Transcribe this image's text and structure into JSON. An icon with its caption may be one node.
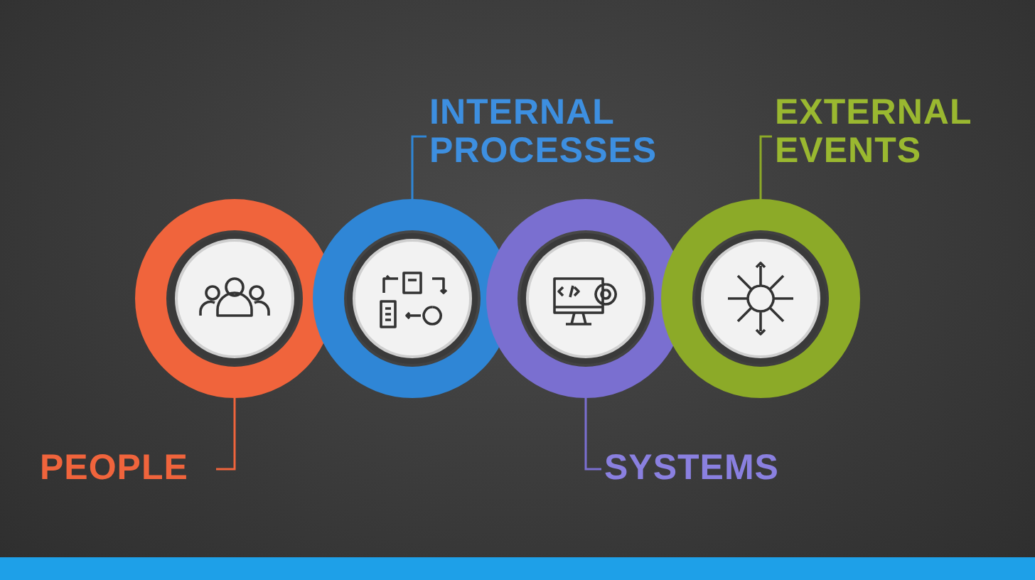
{
  "diagram": {
    "nodes": [
      {
        "text": [
          "INTERNAL PROCESSES"
        ]
      },
      {
        "text": [
          "EXTERNAL EVENTS"
        ]
      },
      {
        "text": [],
        "shape": "circle"
      },
      {
        "text": [],
        "shape": "circle"
      },
      {
        "text": [],
        "shape": "circle"
      },
      {
        "text": [],
        "shape": "circle"
      },
      {
        "text": [
          "PEOPLE"
        ]
      },
      {
        "text": [
          "SYSTEMS"
        ]
      }
    ],
    "edges": [
      {
        "from": 0,
        "to": 3,
        "arrow": "none",
        "color": "#2f86d6"
      },
      {
        "from": 1,
        "to": 5,
        "arrow": "none",
        "color": "#8caa28"
      },
      {
        "from": 6,
        "to": 2,
        "arrow": "none",
        "color": "#f0643c"
      },
      {
        "from": 7,
        "to": 4,
        "arrow": "none",
        "color": "#7a6fd0"
      }
    ]
  }
}
